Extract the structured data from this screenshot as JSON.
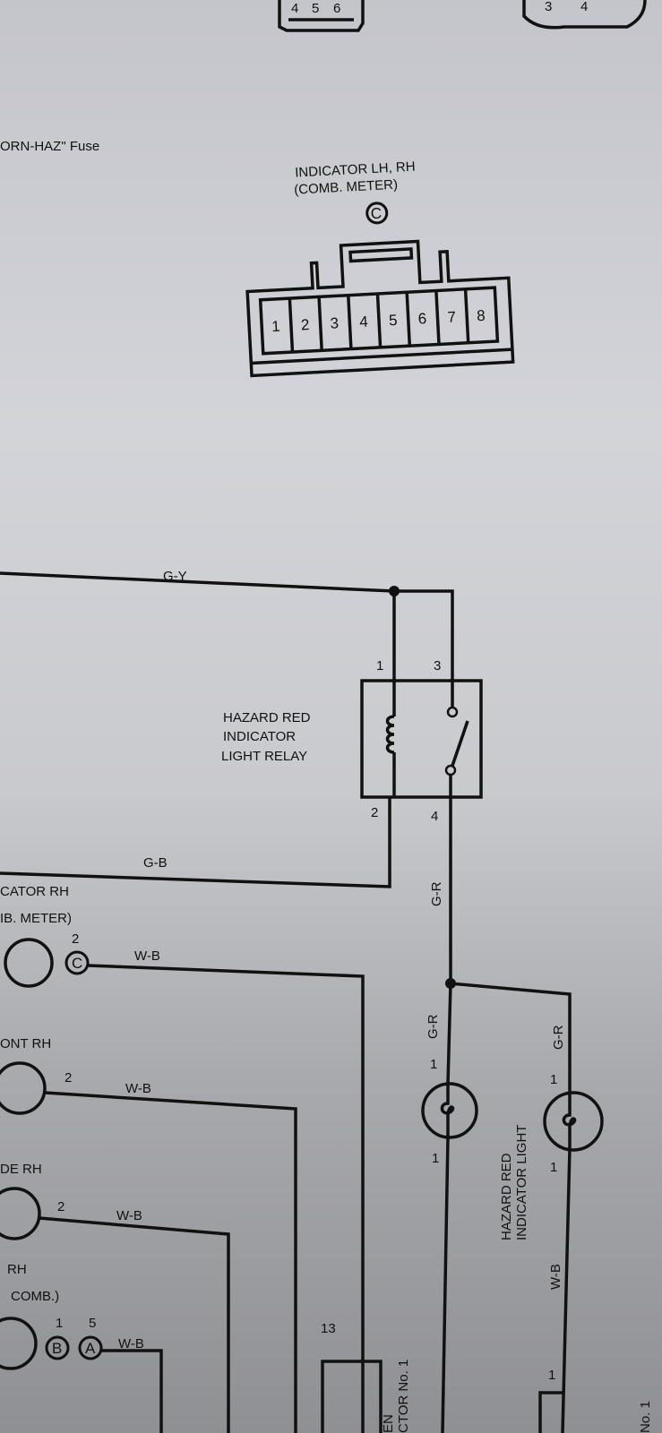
{
  "fuse_label": "ORN-HAZ\" Fuse",
  "connector": {
    "title_line1": "INDICATOR LH, RH",
    "title_line2": "(COMB. METER)",
    "code": "C",
    "pins": [
      "1",
      "2",
      "3",
      "4",
      "5",
      "6",
      "7",
      "8"
    ]
  },
  "top_connector_pins": [
    "4",
    "5",
    "6"
  ],
  "top_right_connector_pins": [
    "3",
    "4"
  ],
  "wires": {
    "gy": "G-Y",
    "gb": "G-B",
    "gr1": "G-R",
    "gr2": "G-R",
    "gr3": "G-R",
    "wb1": "W-B",
    "wb2": "W-B",
    "wb3": "W-B",
    "wb4": "W-B",
    "wb5": "W-B"
  },
  "relay": {
    "line1": "HAZARD RED",
    "line2": "INDICATOR",
    "line3": "LIGHT RELAY",
    "pin1": "1",
    "pin2": "2",
    "pin3": "3",
    "pin4": "4"
  },
  "indicator_light": {
    "line1": "HAZARD RED",
    "line2": "INDICATOR LIGHT",
    "pin_top": "1",
    "pin_bottom": "1"
  },
  "junction_bulb": {
    "pin_top": "1",
    "pin_bottom": "1"
  },
  "left_labels": {
    "l1a": "CATOR RH",
    "l1b": "IB. METER)",
    "l1pin": "2",
    "l1code": "C",
    "l2": "ONT RH",
    "l2pin": "2",
    "l3": "DE RH",
    "l3pin": "2",
    "l4a": "RH",
    "l4b": "COMB.)",
    "l4pin1": "1",
    "l4pin2": "5",
    "l4code1": "B",
    "l4code2": "A"
  },
  "bottom": {
    "pin13": "13",
    "connector_text": "CTOR No. 1",
    "connector_text2": "EN",
    "right_pin": "1",
    "right_text": "No. 1"
  }
}
